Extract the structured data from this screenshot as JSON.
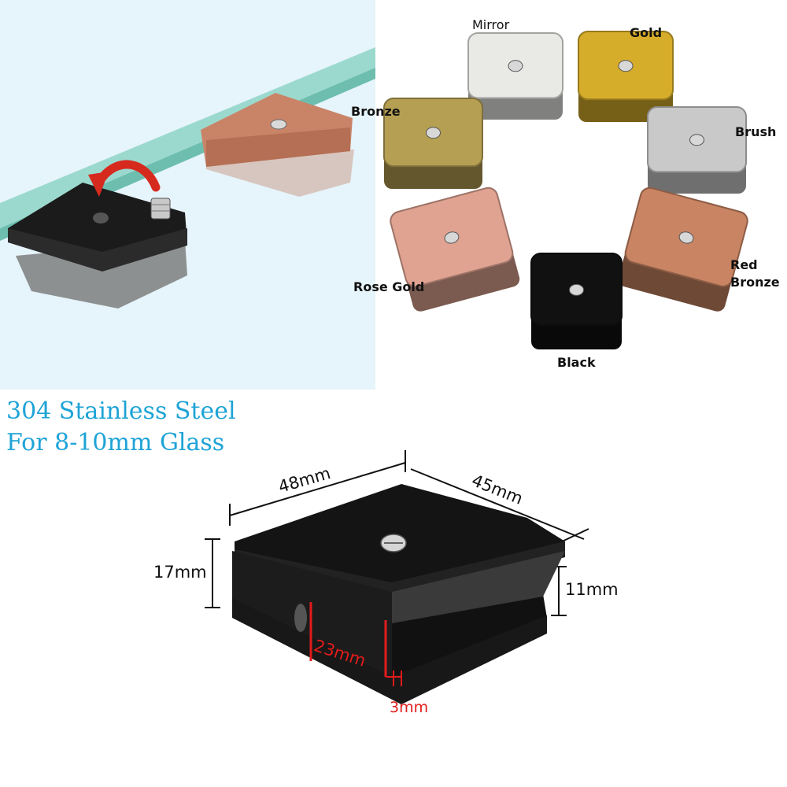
{
  "headline": {
    "line1": "304 Stainless Steel",
    "line2": "For 8-10mm Glass"
  },
  "finishes": [
    {
      "name": "Mirror",
      "color": "#e9e9e6"
    },
    {
      "name": "Gold",
      "color": "#d6ad2a"
    },
    {
      "name": "Brush",
      "color": "#c9c9c9"
    },
    {
      "name": "Red\nBronze",
      "color": "#c88463"
    },
    {
      "name": "Black",
      "color": "#111111"
    },
    {
      "name": "Rose Gold",
      "color": "#e0a391"
    },
    {
      "name": "Bronze",
      "color": "#b59f53"
    }
  ],
  "dimensions": {
    "width": "48mm",
    "depth": "45mm",
    "height": "17mm",
    "gap": "11mm",
    "inner": "23mm",
    "thickness": "3mm"
  },
  "colors": {
    "headline": "#1ea3d6",
    "highlight": "#e21b1b",
    "glass": "#6fc6b6"
  }
}
